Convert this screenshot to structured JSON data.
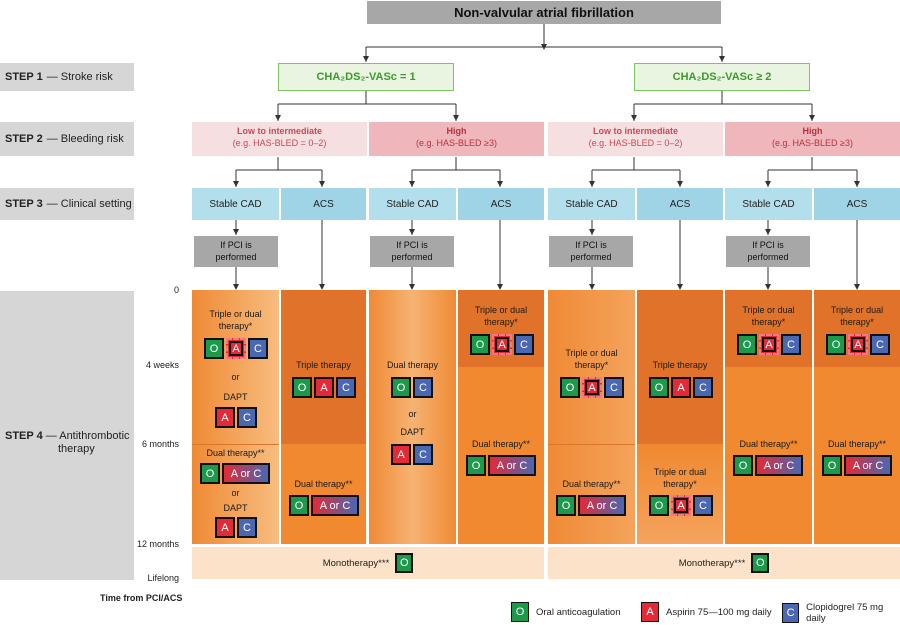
{
  "title": "Non-valvular atrial fibrillation",
  "steps": {
    "s1_num": "STEP 1",
    "s1_text": "— Stroke risk",
    "s2_num": "STEP 2",
    "s2_text": "— Bleeding risk",
    "s3_num": "STEP 3",
    "s3_text": "— Clinical setting",
    "s4_num": "STEP 4",
    "s4_text_a": "— Antithrombotic",
    "s4_text_b": "therapy"
  },
  "stroke": {
    "left": "CHA₂DS₂-VASc = 1",
    "right": "CHA₂DS₂-VASc ≥ 2"
  },
  "bleeding": {
    "low_title": "Low to intermediate",
    "low_sub": "(e.g. HAS-BLED = 0–2)",
    "high_title": "High",
    "high_sub": "(e.g. HAS-BLED ≥3)"
  },
  "settings": {
    "stable": "Stable CAD",
    "stable2": "Stable  CAD",
    "acs": "ACS",
    "pci_a": "If PCI is",
    "pci_b": "performed"
  },
  "time": {
    "t0": "0",
    "t1": "4 weeks",
    "t2": "6 months",
    "t3": "12 months",
    "t4": "Lifelong",
    "axis": "Time from PCI/ACS"
  },
  "therapy": {
    "triple_or_dual_a": "Triple or dual",
    "triple_or_dual_b": "therapy*",
    "or": "or",
    "dapt": "DAPT",
    "dual2": "Dual therapy**",
    "triple": "Triple therapy",
    "dual": "Dual therapy",
    "triple_dual_a": "Triple or dual",
    "triple_dual_b": "therapy*",
    "mono": "Monotherapy***"
  },
  "drugs": {
    "O": "O",
    "A": "A",
    "C": "C",
    "AorC": "A or C"
  },
  "legend": {
    "oac": "Oral anticoagulation",
    "asp": "Aspirin 75—100 mg daily",
    "clo": "Clopidogrel 75 mg daily"
  },
  "colors": {
    "oac": "#1b9a4b",
    "aspirin": "#e32a37",
    "clopidogrel": "#4a67b2",
    "therapy_orange": "#f0882e"
  }
}
